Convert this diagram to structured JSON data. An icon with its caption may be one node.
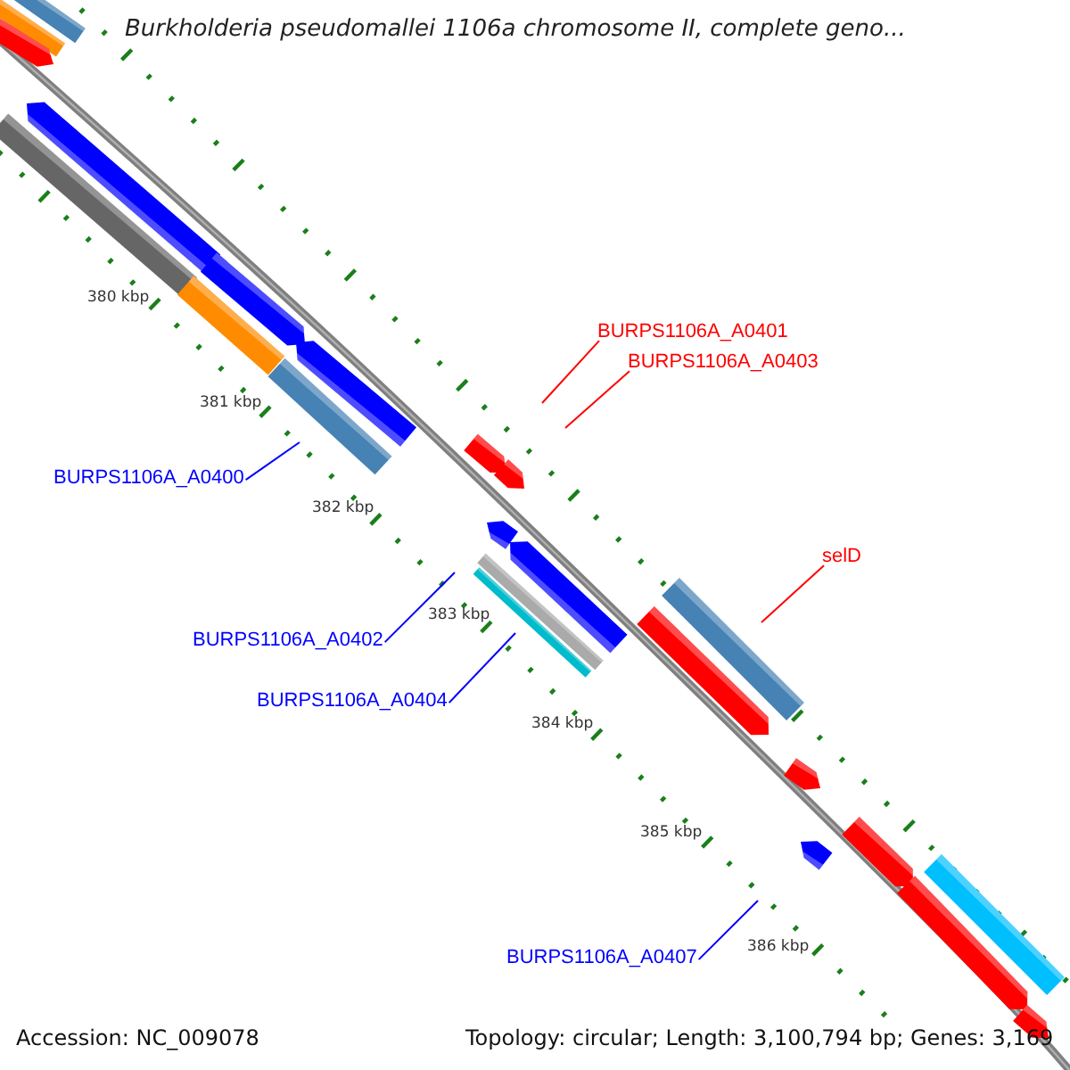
{
  "diagram": {
    "title": "Burkholderia pseudomallei 1106a chromosome II, complete geno...",
    "nodes": [
      {
        "text": [
          "BURPS1106A_A0401"
        ]
      },
      {
        "text": [
          "BURPS1106A_A0403"
        ]
      },
      {
        "text": [
          "BURPS1106A_A0400"
        ]
      },
      {
        "text": [
          "selD"
        ]
      },
      {
        "text": [
          "BURPS1106A_A0402"
        ]
      },
      {
        "text": [
          "BURPS1106A_A0404"
        ]
      },
      {
        "text": [
          "BURPS1106A_A0407"
        ]
      }
    ],
    "edges": [
      {
        "from": 0,
        "to": null,
        "arrow": "none",
        "color": "#ff0000"
      },
      {
        "from": 1,
        "to": null,
        "arrow": "none",
        "color": "#ff0000"
      },
      {
        "from": 2,
        "to": null,
        "arrow": "none"
      },
      {
        "from": 3,
        "to": null,
        "arrow": "none",
        "color": "#ff0000"
      },
      {
        "from": 4,
        "to": null,
        "arrow": "none"
      },
      {
        "from": 5,
        "to": null,
        "arrow": "none"
      },
      {
        "from": 6,
        "to": null,
        "arrow": "none"
      }
    ],
    "labels": [
      "380 kbp",
      "381 kbp",
      "382 kbp",
      "383 kbp",
      "384 kbp",
      "385 kbp",
      "386 kbp",
      "Accession: NC_009078",
      "Topology: circular; Length: 3,100,794 bp; Genes: 3,169"
    ]
  }
}
